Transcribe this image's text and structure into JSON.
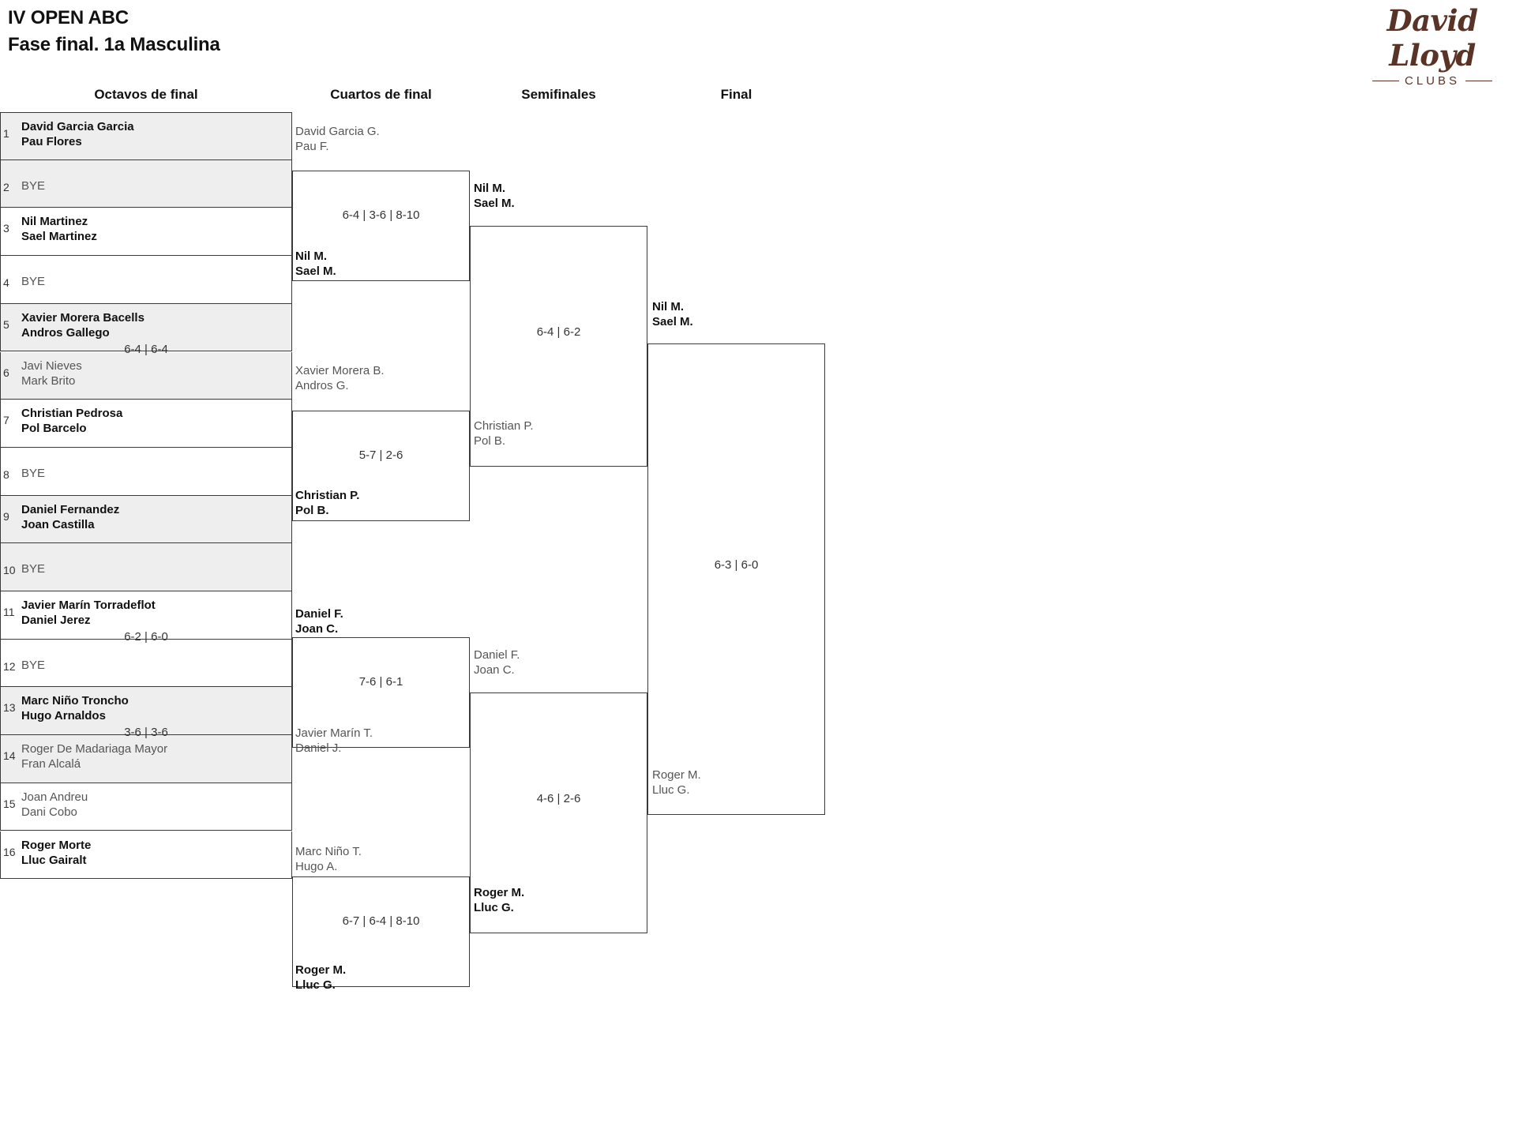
{
  "header": {
    "title_line1": "IV OPEN ABC",
    "title_line2": "Fase final. 1a Masculina"
  },
  "logo": {
    "script": "David Lloyd",
    "clubs": "CLUBS",
    "color": "#5a3327"
  },
  "rounds": [
    {
      "label": "Octavos de final"
    },
    {
      "label": "Cuartos de final"
    },
    {
      "label": "Semifinales"
    },
    {
      "label": "Final"
    }
  ],
  "round1": {
    "entries": [
      {
        "seed": "1",
        "p1": "David Garcia Garcia",
        "p2": "Pau Flores",
        "state": "win"
      },
      {
        "seed": "2",
        "p1": "BYE",
        "p2": "",
        "state": "bye"
      },
      {
        "seed": "3",
        "p1": "Nil Martinez",
        "p2": "Sael Martinez",
        "state": "win"
      },
      {
        "seed": "4",
        "p1": "BYE",
        "p2": "",
        "state": "bye"
      },
      {
        "seed": "5",
        "p1": "Xavier Morera Bacells",
        "p2": "Andros Gallego",
        "state": "win"
      },
      {
        "seed": "6",
        "p1": "Javi Nieves",
        "p2": "Mark Brito",
        "state": "lose"
      },
      {
        "seed": "7",
        "p1": "Christian Pedrosa",
        "p2": "Pol Barcelo",
        "state": "win"
      },
      {
        "seed": "8",
        "p1": "BYE",
        "p2": "",
        "state": "bye"
      },
      {
        "seed": "9",
        "p1": "Daniel Fernandez",
        "p2": "Joan Castilla",
        "state": "win"
      },
      {
        "seed": "10",
        "p1": "BYE",
        "p2": "",
        "state": "bye"
      },
      {
        "seed": "11",
        "p1": "Javier Marín Torradeflot",
        "p2": "Daniel Jerez",
        "state": "win"
      },
      {
        "seed": "12",
        "p1": "BYE",
        "p2": "",
        "state": "bye"
      },
      {
        "seed": "13",
        "p1": "Marc Niño Troncho",
        "p2": "Hugo Arnaldos",
        "state": "win"
      },
      {
        "seed": "14",
        "p1": "Roger De Madariaga Mayor",
        "p2": "Fran Alcalá",
        "state": "lose"
      },
      {
        "seed": "15",
        "p1": "Joan Andreu",
        "p2": "Dani Cobo",
        "state": "lose"
      },
      {
        "seed": "16",
        "p1": "Roger Morte",
        "p2": "Lluc Gairalt",
        "state": "win"
      }
    ],
    "scores": [
      "",
      "",
      "6-4 | 6-4",
      "",
      "",
      "6-2 | 6-0",
      "3-6 | 3-6",
      ""
    ]
  },
  "round2": {
    "slots": [
      {
        "p1": "David Garcia G.",
        "p2": "Pau F.",
        "state": "lose"
      },
      {
        "p1": "Nil M.",
        "p2": "Sael M.",
        "state": "win"
      },
      {
        "p1": "Xavier Morera B.",
        "p2": "Andros G.",
        "state": "lose"
      },
      {
        "p1": "Christian P.",
        "p2": "Pol B.",
        "state": "win"
      },
      {
        "p1": "Daniel F.",
        "p2": "Joan C.",
        "state": "win"
      },
      {
        "p1": "Javier Marín T.",
        "p2": "Daniel J.",
        "state": "lose"
      },
      {
        "p1": "Marc Niño T.",
        "p2": "Hugo A.",
        "state": "lose"
      },
      {
        "p1": "Roger M.",
        "p2": "Lluc G.",
        "state": "win"
      }
    ],
    "scores": [
      "6-4 | 3-6 | 8-10",
      "5-7 | 2-6",
      "7-6 | 6-1",
      "6-7 | 6-4 | 8-10"
    ]
  },
  "round3": {
    "slots": [
      {
        "p1": "Nil M.",
        "p2": "Sael M.",
        "state": "win"
      },
      {
        "p1": "Christian P.",
        "p2": "Pol B.",
        "state": "lose"
      },
      {
        "p1": "Daniel F.",
        "p2": "Joan C.",
        "state": "lose"
      },
      {
        "p1": "Roger M.",
        "p2": "Lluc G.",
        "state": "win"
      }
    ],
    "scores": [
      "6-4 | 6-2",
      "4-6 | 2-6"
    ]
  },
  "round4": {
    "slots": [
      {
        "p1": "Nil M.",
        "p2": "Sael M.",
        "state": "win"
      },
      {
        "p1": "Roger M.",
        "p2": "Lluc G.",
        "state": "lose"
      }
    ],
    "scores": [
      "6-3 | 6-0"
    ]
  }
}
